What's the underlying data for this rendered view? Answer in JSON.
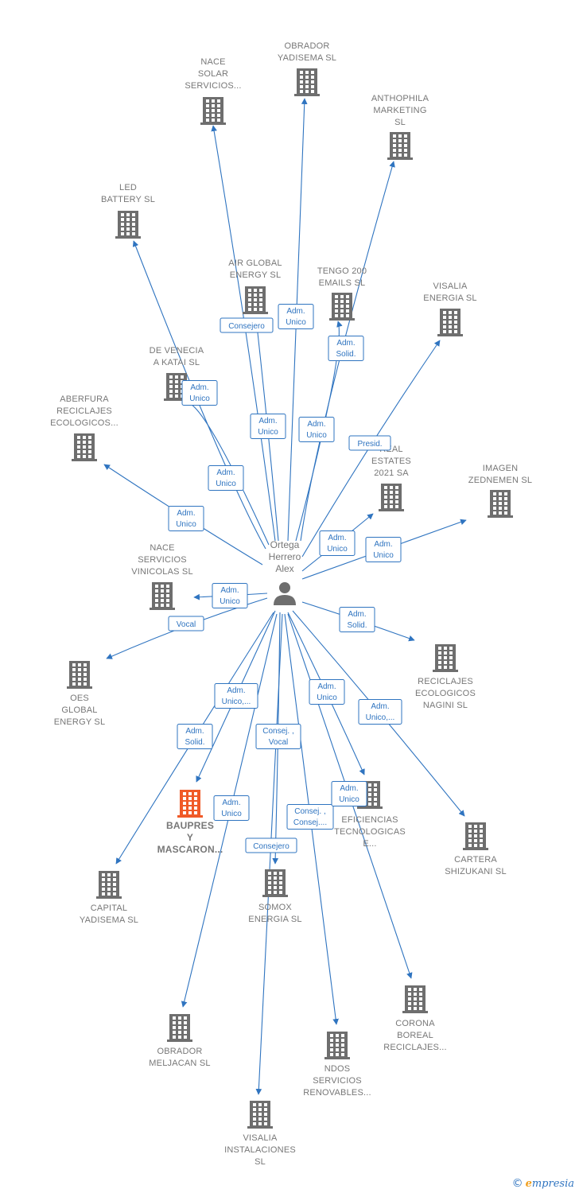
{
  "person": {
    "name_lines": [
      "Ortega",
      "Herrero",
      "Alex"
    ],
    "icon": "person-icon"
  },
  "colors": {
    "edge": "#2f74c0",
    "building": "#6e6e6e",
    "focus_building": "#f05a28",
    "label": "#777777"
  },
  "companies": [
    {
      "id": "obrador-yadisema",
      "lines": [
        "OBRADOR",
        "YADISEMA  SL"
      ]
    },
    {
      "id": "nace-solar",
      "lines": [
        "NACE",
        "SOLAR",
        "SERVICIOS..."
      ]
    },
    {
      "id": "anthophila",
      "lines": [
        "ANTHOPHILA",
        "MARKETING",
        "SL"
      ]
    },
    {
      "id": "led-battery",
      "lines": [
        "LED",
        "BATTERY  SL"
      ]
    },
    {
      "id": "air-global",
      "lines": [
        "AIR GLOBAL",
        "ENERGY  SL"
      ]
    },
    {
      "id": "tengo-200",
      "lines": [
        "TENGO 200",
        "EMAILS  SL"
      ]
    },
    {
      "id": "visalia-energia",
      "lines": [
        "VISALIA",
        "ENERGIA  SL"
      ]
    },
    {
      "id": "de-venecia",
      "lines": [
        "DE VENECIA",
        "A KATAI  SL"
      ]
    },
    {
      "id": "aberfura",
      "lines": [
        "ABERFURA",
        "RECICLAJES",
        "ECOLOGICOS..."
      ]
    },
    {
      "id": "real-estates",
      "lines": [
        "REAL",
        "ESTATES",
        "2021 SA"
      ]
    },
    {
      "id": "imagen-zednemen",
      "lines": [
        "IMAGEN",
        "ZEDNEMEN  SL"
      ]
    },
    {
      "id": "nace-servicios",
      "lines": [
        "NACE",
        "SERVICIOS",
        "VINICOLAS  SL"
      ]
    },
    {
      "id": "oes-global",
      "lines": [
        "OES",
        "GLOBAL",
        "ENERGY  SL"
      ]
    },
    {
      "id": "reciclajes-nagini",
      "lines": [
        "RECICLAJES",
        "ECOLOGICOS",
        "NAGINI  SL"
      ]
    },
    {
      "id": "baupres",
      "lines": [
        "BAUPRES",
        "Y",
        "MASCARON..."
      ],
      "focus": true
    },
    {
      "id": "eficiencias",
      "lines": [
        "EFICIENCIAS",
        "TECNOLOGICAS",
        "E..."
      ]
    },
    {
      "id": "cartera-shizukani",
      "lines": [
        "CARTERA",
        "SHIZUKANI  SL"
      ]
    },
    {
      "id": "capital-yadisema",
      "lines": [
        "CAPITAL",
        "YADISEMA  SL"
      ]
    },
    {
      "id": "somox",
      "lines": [
        "SOMOX",
        "ENERGIA  SL"
      ]
    },
    {
      "id": "corona-boreal",
      "lines": [
        "CORONA",
        "BOREAL",
        "RECICLAJES..."
      ]
    },
    {
      "id": "obrador-meljacan",
      "lines": [
        "OBRADOR",
        "MELJACAN  SL"
      ]
    },
    {
      "id": "ndos",
      "lines": [
        "NDOS",
        "SERVICIOS",
        "RENOVABLES..."
      ]
    },
    {
      "id": "visalia-instalaciones",
      "lines": [
        "VISALIA",
        "INSTALACIONES",
        "SL"
      ]
    }
  ],
  "relations": [
    {
      "target": "nace-solar",
      "role_lines": [
        "Consejero"
      ]
    },
    {
      "target": "obrador-yadisema",
      "role_lines": [
        "Adm.",
        "Unico"
      ]
    },
    {
      "target": "tengo-200",
      "role_lines": [
        "Adm.",
        "Solid."
      ]
    },
    {
      "target": "anthophila",
      "role_lines": [
        "Adm.",
        "Unico"
      ]
    },
    {
      "target": "air-global",
      "role_lines": [
        "Adm.",
        "Unico"
      ]
    },
    {
      "target": "de-venecia",
      "role_lines": [
        "Adm.",
        "Unico"
      ]
    },
    {
      "target": "led-battery",
      "role_lines": [
        "Adm.",
        "Unico"
      ]
    },
    {
      "target": "visalia-energia",
      "role_lines": [
        "Presid."
      ]
    },
    {
      "target": "aberfura",
      "role_lines": [
        "Adm.",
        "Unico"
      ]
    },
    {
      "target": "real-estates",
      "role_lines": [
        "Adm.",
        "Unico"
      ]
    },
    {
      "target": "imagen-zednemen",
      "role_lines": [
        "Adm.",
        "Unico"
      ]
    },
    {
      "target": "nace-servicios",
      "role_lines": [
        "Adm.",
        "Unico"
      ]
    },
    {
      "target": "oes-global",
      "role_lines": [
        "Vocal"
      ]
    },
    {
      "target": "reciclajes-nagini",
      "role_lines": [
        "Adm.",
        "Solid."
      ]
    },
    {
      "target": "baupres",
      "role_lines": [
        "Adm.",
        "Unico,..."
      ]
    },
    {
      "target": "capital-yadisema",
      "role_lines": [
        "Adm.",
        "Solid."
      ]
    },
    {
      "target": "somox",
      "role_lines": [
        "Consej. ,",
        "Vocal"
      ]
    },
    {
      "target": "eficiencias",
      "role_lines": [
        "Adm.",
        "Unico"
      ]
    },
    {
      "target": "cartera-shizukani",
      "role_lines": [
        "Adm.",
        "Unico,..."
      ]
    },
    {
      "target": "obrador-meljacan",
      "role_lines": [
        "Adm.",
        "Unico"
      ]
    },
    {
      "target": "ndos",
      "role_lines": [
        "Consej. ,",
        "Consej...."
      ]
    },
    {
      "target": "corona-boreal",
      "role_lines": [
        "Adm.",
        "Unico"
      ]
    },
    {
      "target": "visalia-instalaciones",
      "role_lines": [
        "Consejero"
      ]
    }
  ],
  "footer": {
    "copyright_symbol": "©",
    "brand": "mpresia",
    "brand_initial": "e"
  }
}
